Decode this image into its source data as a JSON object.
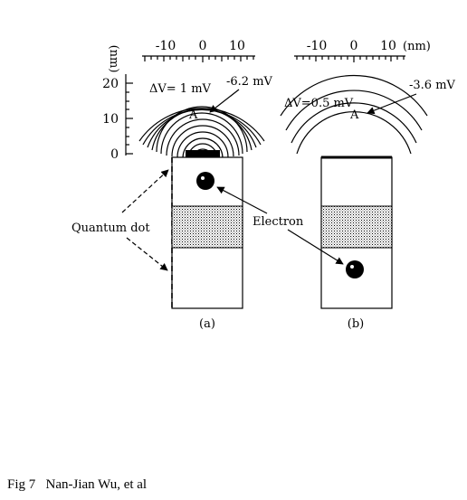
{
  "panel_a": {
    "x_ticks": [
      "-10",
      "0",
      "10"
    ],
    "y_ticks": [
      "20",
      "10",
      "0"
    ],
    "y_unit": "(nm)",
    "dv_label": "ΔV= 1 mV",
    "potential_label": "-6.2 mV",
    "point_label": "A",
    "sublabel": "(a)"
  },
  "panel_b": {
    "x_ticks": [
      "-10",
      "0",
      "10"
    ],
    "x_unit": "(nm)",
    "dv_label": "ΔV=0.5 mV",
    "potential_label": "-3.6 mV",
    "point_label": "A",
    "sublabel": "(b)"
  },
  "labels": {
    "quantum_dot": "Quantum dot",
    "electron": "Electron"
  },
  "caption": "Fig 7   Nan-Jian Wu, et al"
}
